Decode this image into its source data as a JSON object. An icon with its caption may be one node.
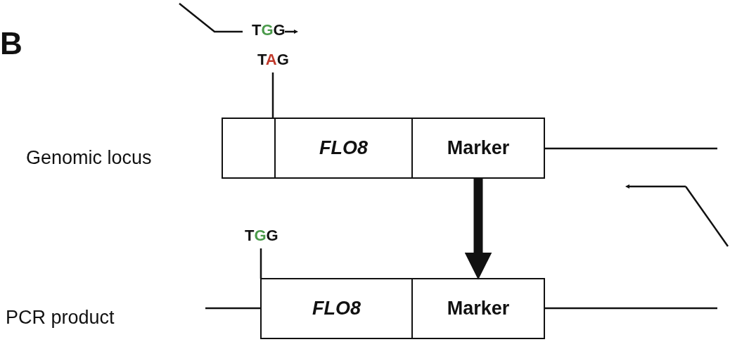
{
  "diagram": {
    "nodes": [
      {
        "text": [],
        "shape": "box"
      },
      {
        "text": [
          "FLO8"
        ]
      },
      {
        "text": [
          "Marker"
        ]
      },
      {
        "text": [
          "FLO8"
        ]
      },
      {
        "text": [
          "Marker"
        ]
      }
    ],
    "edges": [
      {
        "from": 2,
        "to": 4,
        "arrow": "to"
      }
    ],
    "labels": [
      "B",
      "TGG",
      "TAG",
      "Genomic locus",
      "TGG",
      "PCR product"
    ]
  }
}
